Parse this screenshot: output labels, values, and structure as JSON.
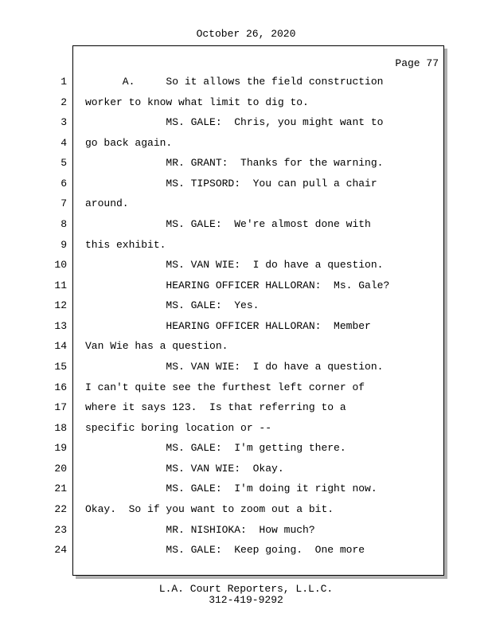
{
  "header": {
    "date": "October 26, 2020"
  },
  "page_label": "Page 77",
  "lines": [
    {
      "n": "1",
      "text": "      A.     So it allows the field construction"
    },
    {
      "n": "2",
      "text": "worker to know what limit to dig to."
    },
    {
      "n": "3",
      "text": "             MS. GALE:  Chris, you might want to"
    },
    {
      "n": "4",
      "text": "go back again."
    },
    {
      "n": "5",
      "text": "             MR. GRANT:  Thanks for the warning."
    },
    {
      "n": "6",
      "text": "             MS. TIPSORD:  You can pull a chair"
    },
    {
      "n": "7",
      "text": "around."
    },
    {
      "n": "8",
      "text": "             MS. GALE:  We're almost done with"
    },
    {
      "n": "9",
      "text": "this exhibit."
    },
    {
      "n": "10",
      "text": "             MS. VAN WIE:  I do have a question."
    },
    {
      "n": "11",
      "text": "             HEARING OFFICER HALLORAN:  Ms. Gale?"
    },
    {
      "n": "12",
      "text": "             MS. GALE:  Yes."
    },
    {
      "n": "13",
      "text": "             HEARING OFFICER HALLORAN:  Member"
    },
    {
      "n": "14",
      "text": "Van Wie has a question."
    },
    {
      "n": "15",
      "text": "             MS. VAN WIE:  I do have a question."
    },
    {
      "n": "16",
      "text": "I can't quite see the furthest left corner of"
    },
    {
      "n": "17",
      "text": "where it says 123.  Is that referring to a"
    },
    {
      "n": "18",
      "text": "specific boring location or --"
    },
    {
      "n": "19",
      "text": "             MS. GALE:  I'm getting there."
    },
    {
      "n": "20",
      "text": "             MS. VAN WIE:  Okay."
    },
    {
      "n": "21",
      "text": "             MS. GALE:  I'm doing it right now."
    },
    {
      "n": "22",
      "text": "Okay.  So if you want to zoom out a bit."
    },
    {
      "n": "23",
      "text": "             MR. NISHIOKA:  How much?"
    },
    {
      "n": "24",
      "text": "             MS. GALE:  Keep going.  One more"
    }
  ],
  "footer": {
    "company": "L.A. Court Reporters, L.L.C.",
    "phone": "312-419-9292"
  }
}
